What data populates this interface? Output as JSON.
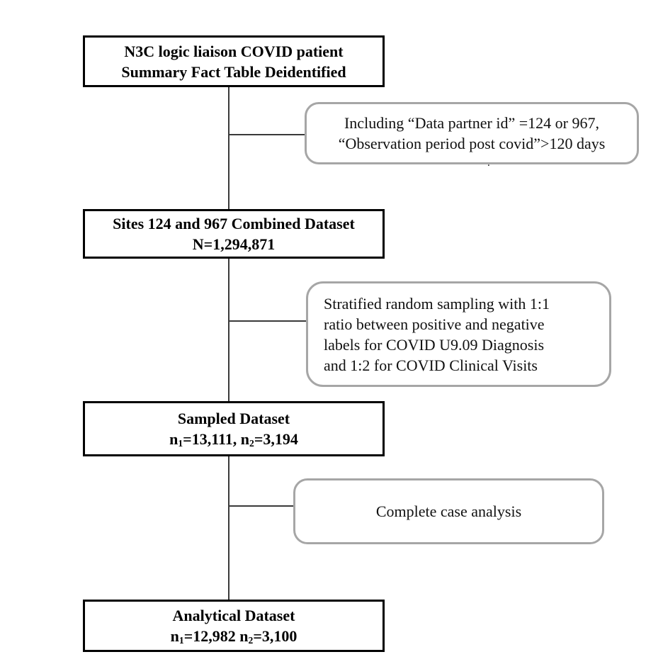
{
  "colors": {
    "background": "#ffffff",
    "box_border": "#000000",
    "box_text": "#000000",
    "note_border": "#a6a6a6",
    "note_text": "#111111",
    "connector": "#3a3a3a"
  },
  "flow": {
    "source_box": {
      "line1": "N3C logic liaison COVID patient",
      "line2": "Summary Fact Table Deidentified"
    },
    "inclusion_note": {
      "line1": "Including “Data partner id” =124 or 967,",
      "line2": "“Observation period post covid”>120 days",
      "stray_mark": "."
    },
    "combined_box": {
      "line1": "Sites 124 and 967 Combined Dataset",
      "line2": "N=1,294,871"
    },
    "sampling_note": {
      "line1": "Stratified random sampling with 1:1",
      "line2": "ratio between positive and negative",
      "line3": "labels for COVID U9.09 Diagnosis",
      "line4": "and 1:2 for COVID Clinical Visits"
    },
    "sampled_box": {
      "title": "Sampled Dataset",
      "stats": [
        {
          "t": "n"
        },
        {
          "t": "1",
          "sub": true
        },
        {
          "t": "=13,111, "
        },
        {
          "t": "n"
        },
        {
          "t": "2",
          "sub": true
        },
        {
          "t": "=3,194"
        }
      ]
    },
    "complete_case_note": {
      "text": "Complete case analysis"
    },
    "analytical_box": {
      "title": "Analytical Dataset",
      "stats": [
        {
          "t": "n"
        },
        {
          "t": "1",
          "sub": true
        },
        {
          "t": "=12,982 "
        },
        {
          "t": "n"
        },
        {
          "t": "2",
          "sub": true
        },
        {
          "t": "=3,100"
        }
      ]
    }
  }
}
